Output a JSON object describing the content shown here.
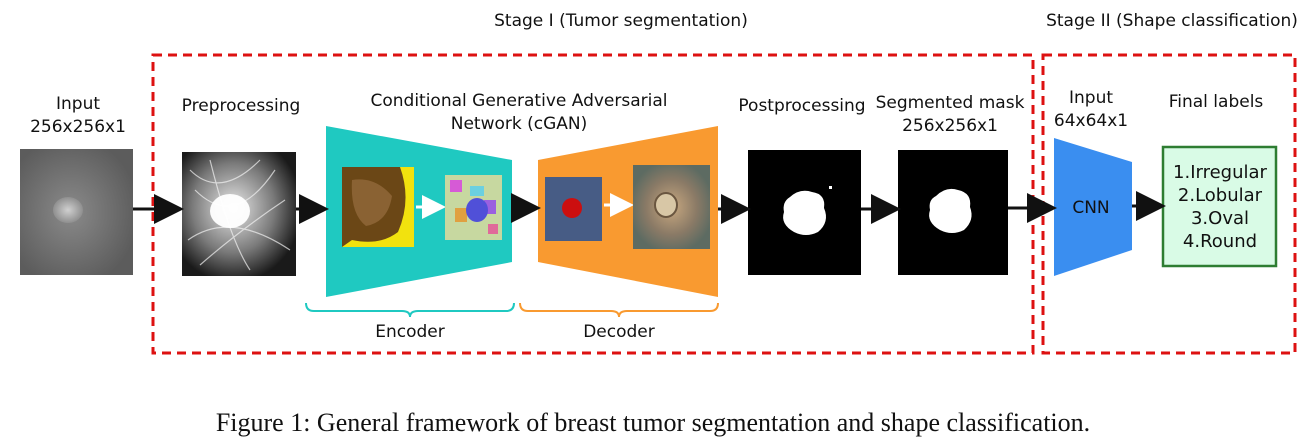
{
  "stages": {
    "stage1_title": "Stage I (Tumor segmentation)",
    "stage2_title": "Stage II (Shape classification)"
  },
  "input": {
    "title": "Input",
    "dims": "256x256x1"
  },
  "preprocessing": {
    "title": "Preprocessing"
  },
  "cgan": {
    "title_line1": "Conditional Generative Adversarial",
    "title_line2": "Network (cGAN)",
    "encoder_label": "Encoder",
    "decoder_label": "Decoder"
  },
  "postprocessing": {
    "title": "Postprocessing"
  },
  "segmented_mask": {
    "title": "Segmented mask",
    "dims": "256x256x1"
  },
  "stage2_input": {
    "title": "Input",
    "dims": "64x64x1"
  },
  "cnn": {
    "label": "CNN"
  },
  "final_labels": {
    "title": "Final labels",
    "items": [
      "1.Irregular",
      "2.Lobular",
      "3.Oval",
      "4.Round"
    ]
  },
  "caption": "Figure 1: General framework of breast tumor segmentation and shape classification.",
  "colors": {
    "stage_border": "#dd1111",
    "encoder": "#1fc9c1",
    "decoder": "#f99a30",
    "cnn": "#3a8ef0",
    "labels_box_fill": "#d9fbe6",
    "labels_box_border": "#2e7d32"
  }
}
